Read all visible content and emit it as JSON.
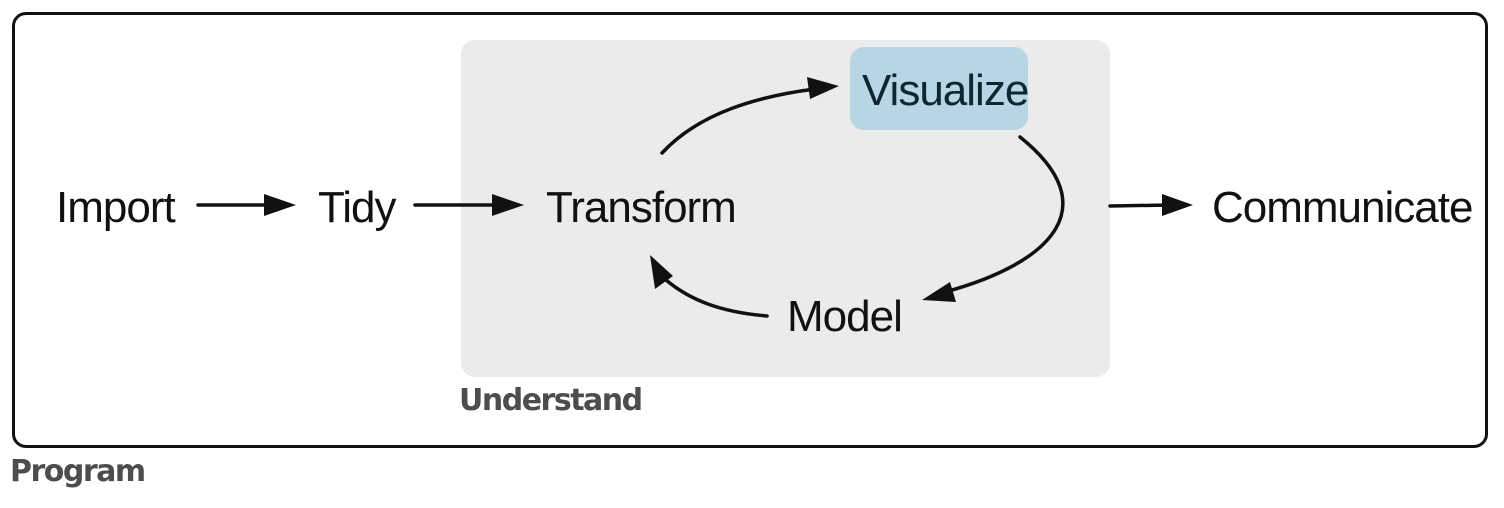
{
  "nodes": {
    "import": "Import",
    "tidy": "Tidy",
    "transform": "Transform",
    "visualize": "Visualize",
    "model": "Model",
    "communicate": "Communicate"
  },
  "groups": {
    "understand": "Understand",
    "program": "Program"
  },
  "colors": {
    "frame": "#111111",
    "understand_bg": "#ebebeb",
    "visualize_highlight": "#b7d5e2",
    "group_label": "#4d4d4d"
  }
}
